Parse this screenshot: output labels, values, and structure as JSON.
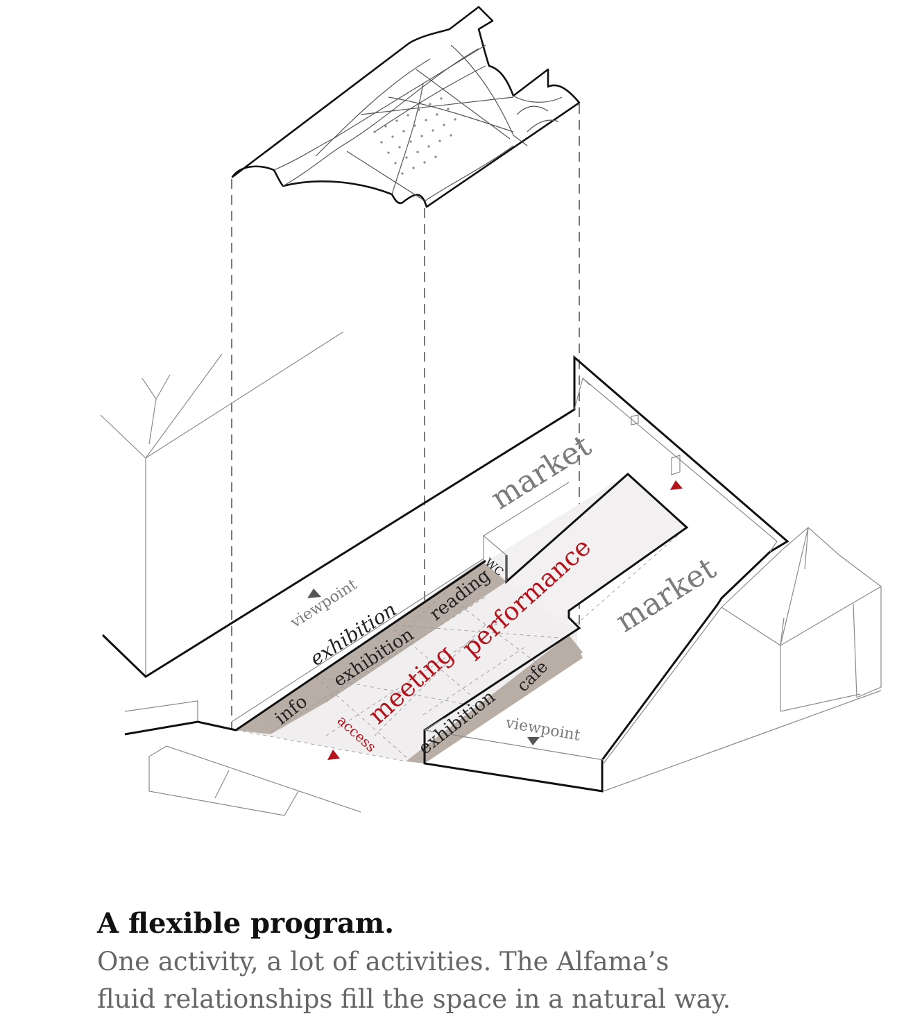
{
  "labels": {
    "market_upper": "market",
    "market_lower": "market",
    "performance": "performance",
    "meeting": "meeting",
    "access": "access",
    "reading": "reading",
    "exhibition_band": "exhibition",
    "exhibition_mid": "exhibition",
    "exhibition_lower": "exhibition",
    "info": "info",
    "cafe": "cafe",
    "wc": "WC",
    "viewpoint_left": "viewpoint",
    "viewpoint_right": "viewpoint"
  },
  "caption": {
    "title": "A flexible program.",
    "line1": "One activity, a lot of activities. The Alfama’s",
    "line2": "fluid relationships fill the space in a natural way."
  },
  "colors": {
    "accent_red": "#b2131c",
    "zone_brown": "#b9aea6",
    "zone_light": "#efeded",
    "line": "#111111"
  }
}
